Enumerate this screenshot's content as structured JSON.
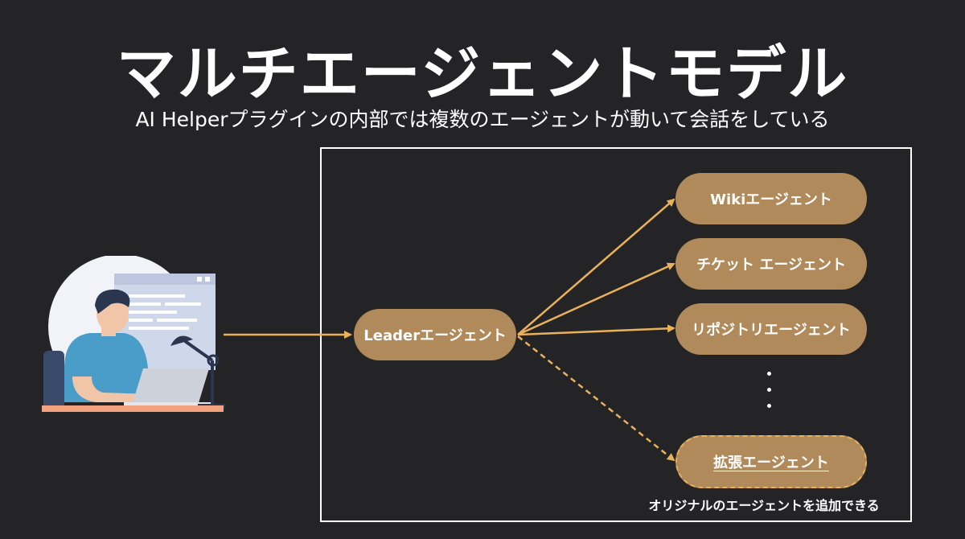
{
  "title": "マルチエージェントモデル",
  "subtitle": "AI Helperプラグインの内部では複数のエージェントが動いて会話をしている",
  "nodes": {
    "leader": "Leaderエージェント",
    "wiki": "Wikiエージェント",
    "ticket": "チケット エージェント",
    "repository": "リポジトリエージェント",
    "extension": "拡張エージェント"
  },
  "note": "オリジナルのエージェントを追加できる",
  "icons": {
    "user": "person-at-laptop-icon"
  },
  "colors": {
    "background": "#242427",
    "node": "#b08a5a",
    "arrow": "#e9b15a",
    "frame": "#ffffff"
  }
}
